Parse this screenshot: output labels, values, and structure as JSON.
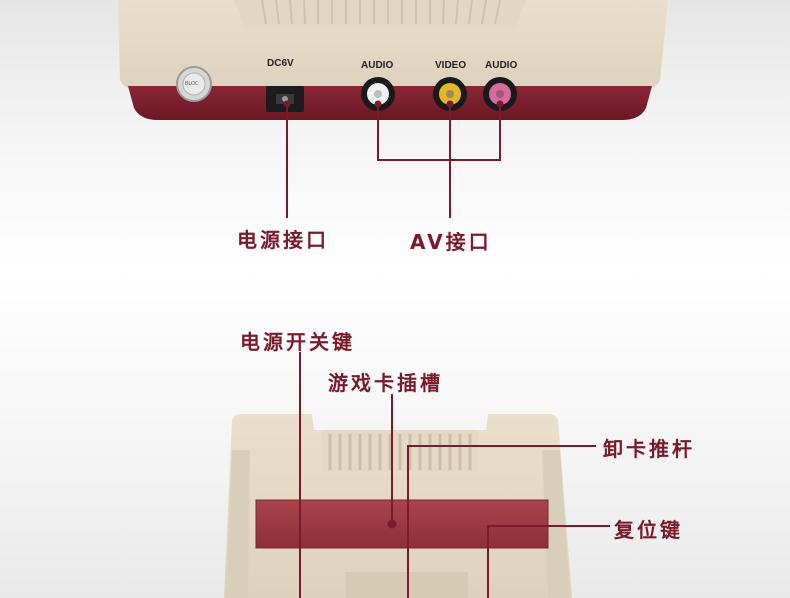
{
  "colors": {
    "accent": "#7a1a2a",
    "console_beige": "#ebe1ce",
    "console_maroon": "#7a1f2b"
  },
  "top_photo": {
    "ports": {
      "dc": "DC6V",
      "audio_left": "AUDIO",
      "video": "VIDEO",
      "audio_right": "AUDIO"
    },
    "seal_text": "BLOC",
    "callouts": {
      "power_port": "电源接口",
      "av_port": "AV接口"
    }
  },
  "bottom_photo": {
    "callouts": {
      "power_switch": "电源开关键",
      "cartridge_slot": "游戏卡插槽",
      "eject_lever": "卸卡推杆",
      "reset_button": "复位键"
    }
  }
}
